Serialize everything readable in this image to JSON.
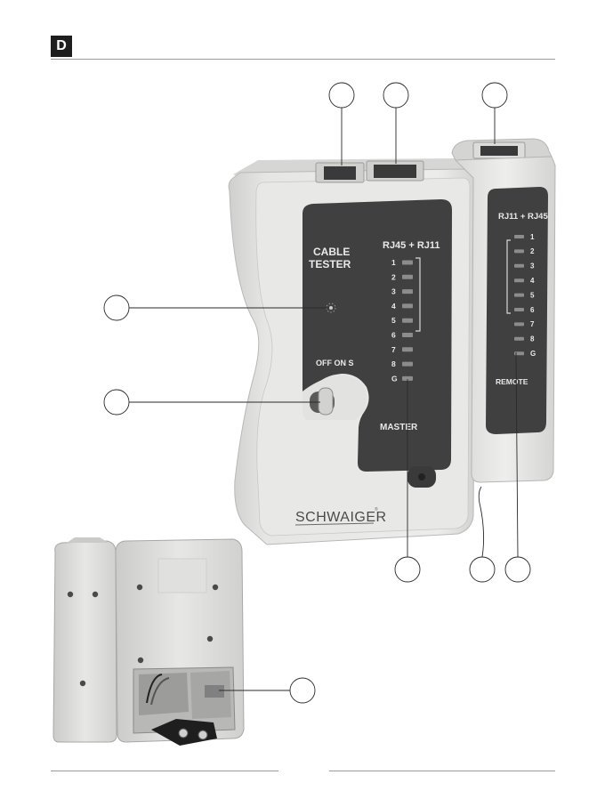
{
  "section_badge": "D",
  "colors": {
    "device_body": "#e4e4e2",
    "panel": "#404040",
    "rule": "#9a9a9a"
  },
  "main_unit": {
    "title_line1": "CABLE",
    "title_line2": "TESTER",
    "port_label": "RJ45 + RJ11",
    "switch_label": "OFF ON S",
    "unit_label": "MASTER",
    "led_labels": [
      "1",
      "2",
      "3",
      "4",
      "5",
      "6",
      "7",
      "8",
      "G"
    ],
    "brand": "SCHWAIGER"
  },
  "remote_unit": {
    "port_label": "RJ11 + RJ45",
    "unit_label": "REMOTE",
    "led_labels": [
      "1",
      "2",
      "3",
      "4",
      "5",
      "6",
      "7",
      "8",
      "G"
    ]
  }
}
